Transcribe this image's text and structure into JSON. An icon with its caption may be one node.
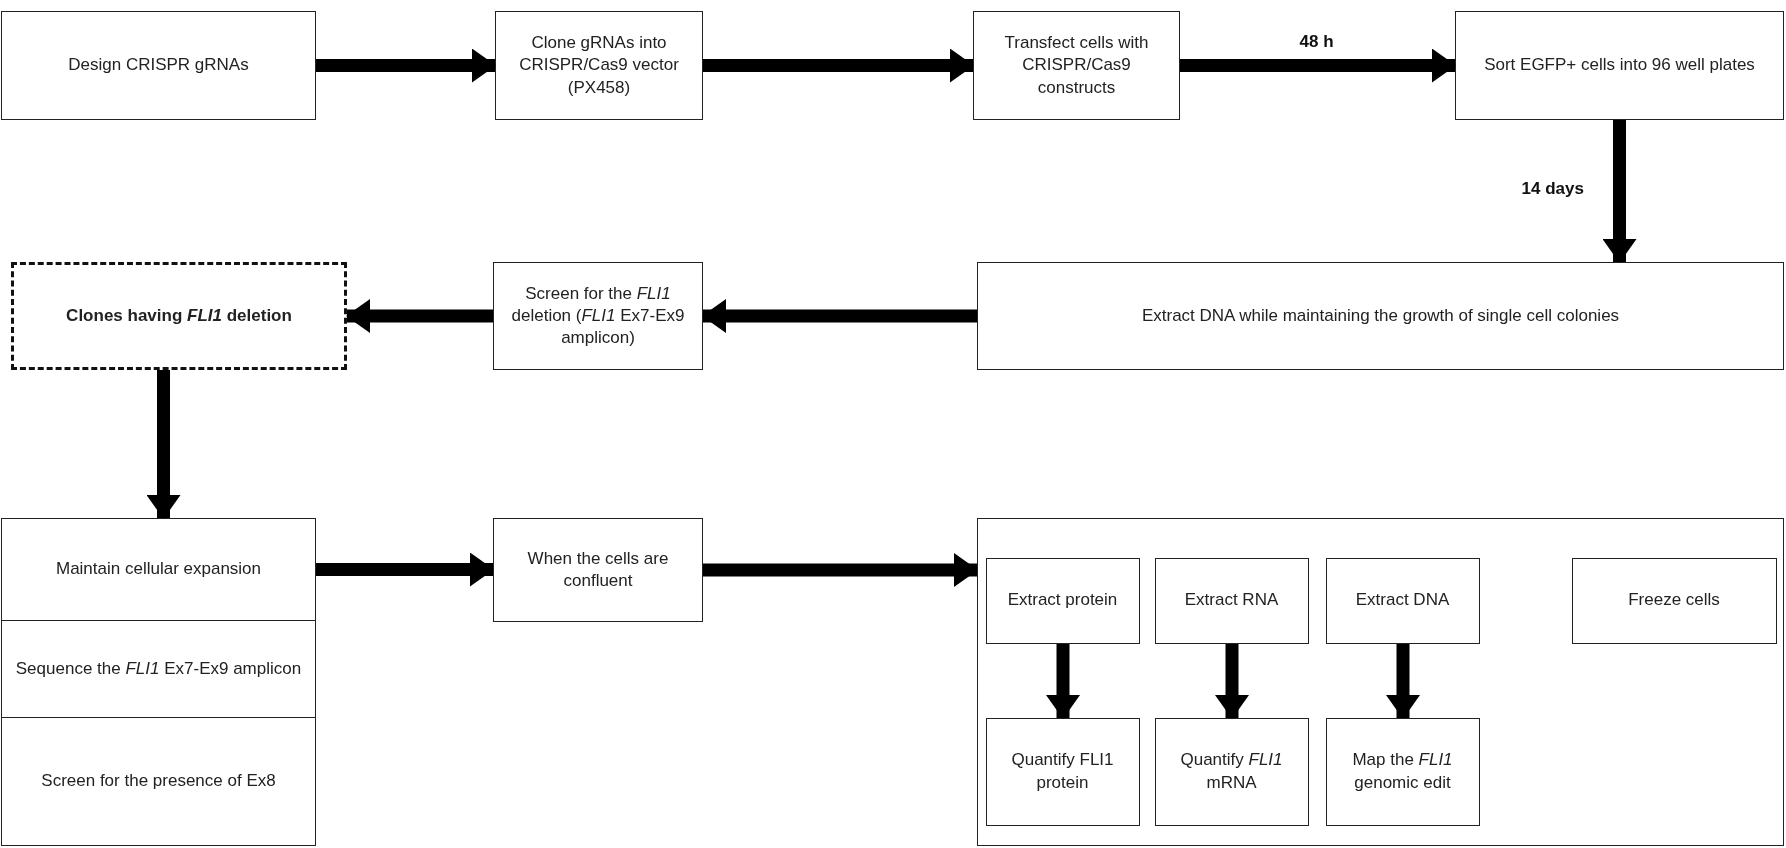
{
  "diagram": {
    "nodes": [
      {
        "text": [
          "Design CRISPR gRNAs"
        ]
      },
      {
        "text": [
          "Clone gRNAs into CRISPR/Cas9 vector (PX458)"
        ]
      },
      {
        "text": [
          "Transfect cells with CRISPR/Cas9 constructs"
        ]
      },
      {
        "text": [
          "Sort EGFP+ cells into 96 well plates"
        ]
      },
      {
        "text": [
          "Extract DNA while maintaining the growth of single cell colonies"
        ]
      },
      {
        "text": [
          "Screen for the *FLI1* deletion (*FLI1* Ex7-Ex9 amplicon)"
        ]
      },
      {
        "text": [
          "Clones having *FLI1* deletion"
        ]
      },
      {
        "text": [
          "Maintain cellular expansion"
        ]
      },
      {
        "text": [
          "Sequence the *FLI1* Ex7-Ex9 amplicon"
        ]
      },
      {
        "text": [
          "Screen for the presence of Ex8"
        ]
      },
      {
        "text": [
          "When the cells are confluent"
        ]
      },
      {
        "text": [],
        "shape": "box"
      },
      {
        "text": [
          "Extract protein"
        ],
        "in": 11
      },
      {
        "text": [
          "Extract RNA"
        ],
        "in": 11
      },
      {
        "text": [
          "Extract DNA"
        ],
        "in": 11
      },
      {
        "text": [
          "Freeze cells"
        ],
        "in": 11
      },
      {
        "text": [
          "Quantify FLI1 protein"
        ],
        "in": 11
      },
      {
        "text": [
          "Quantify *FLI1* mRNA"
        ],
        "in": 11
      },
      {
        "text": [
          "Map the *FLI1* genomic edit"
        ],
        "in": 11
      }
    ],
    "edges": [
      {
        "from": 0,
        "to": 1,
        "arrow": "to"
      },
      {
        "from": 1,
        "to": 2,
        "arrow": "to"
      },
      {
        "from": 2,
        "to": 3,
        "arrow": "to",
        "label": "48 h"
      },
      {
        "from": 3,
        "to": 4,
        "arrow": "to",
        "label": "14 days"
      },
      {
        "from": 4,
        "to": 5,
        "arrow": "to"
      },
      {
        "from": 5,
        "to": 6,
        "arrow": "to"
      },
      {
        "from": 6,
        "to": 7,
        "arrow": "to"
      },
      {
        "from": 7,
        "to": 10,
        "arrow": "to"
      },
      {
        "from": 10,
        "to": 11,
        "arrow": "to"
      },
      {
        "from": 12,
        "to": 16,
        "arrow": "to"
      },
      {
        "from": 13,
        "to": 17,
        "arrow": "to"
      },
      {
        "from": 14,
        "to": 18,
        "arrow": "to"
      }
    ]
  }
}
